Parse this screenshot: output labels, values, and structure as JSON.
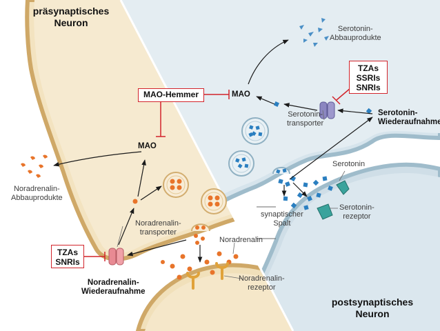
{
  "neurons": {
    "presynaptic": "präsynaptisches\nNeuron",
    "postsynaptic": "postsynaptisches\nNeuron"
  },
  "inhibitor_boxes": {
    "mao_inhibitor": "MAO-Hemmer",
    "serotonin_drugs": [
      "TZAs",
      "SSRIs",
      "SNRIs"
    ],
    "noradrenaline_drugs": [
      "TZAs",
      "SNRIs"
    ]
  },
  "labels": {
    "mao_serotonin": "MAO",
    "mao_noradrenaline": "MAO",
    "serotonin_breakdown": "Serotonin-\nAbbauprodukte",
    "serotonin_transporter": "Serotonin-\ntransporter",
    "serotonin_reuptake": "Serotonin-\nWiederaufnahme",
    "serotonin": "Serotonin",
    "serotonin_receptor": "Serotonin-\nrezeptor",
    "synaptic_cleft": "synaptischer\nSpalt",
    "noradrenaline_breakdown": "Noradrenalin-\nAbbauprodukte",
    "noradrenaline_transporter": "Noradrenalin-\ntransporter",
    "noradrenaline": "Noradrenalin",
    "noradrenaline_reuptake": "Noradrenalin-\nWiederaufnahme",
    "noradrenaline_receptor": "Noradrenalin-\nrezeptor"
  },
  "colors": {
    "serotonin_side": "#dde8ee",
    "serotonin_membrane": "#9fbccb",
    "noradrenaline_side": "#f4e6c7",
    "noradrenaline_membrane": "#c9a463",
    "serotonin_molecule": "#2b7fc0",
    "noradrenaline_molecule": "#e8742a",
    "receptor_teal": "#3aa39c",
    "transporter_purple": "#8b86c0",
    "transporter_pink": "#e88a93",
    "inhibitor_red": "#d2232a"
  }
}
